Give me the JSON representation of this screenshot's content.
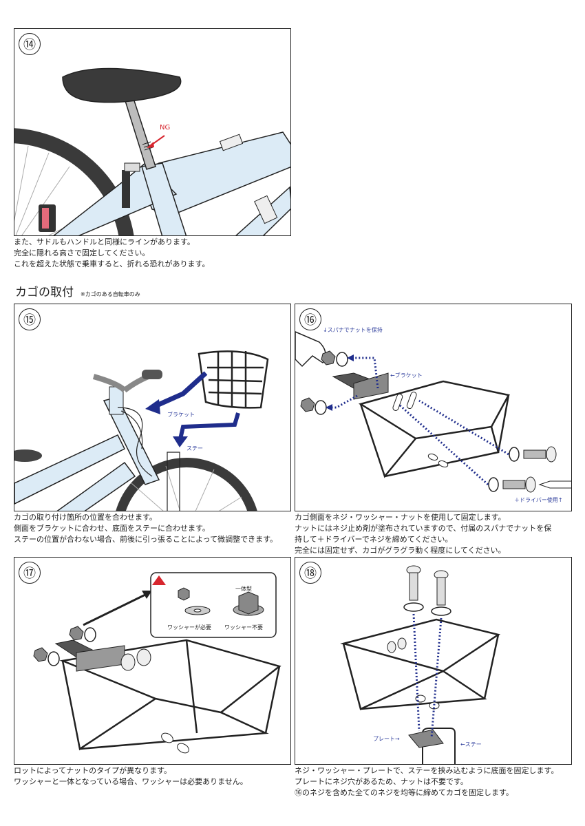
{
  "steps": {
    "s14": {
      "number": "⑭",
      "ng_label": "NG",
      "caption": [
        "また、サドルもハンドルと同様にラインがあります。",
        "完全に隠れる高さで固定してください。",
        "これを超えた状態で乗車すると、折れる恐れがあります。"
      ]
    },
    "s15": {
      "number": "⑮",
      "labels": {
        "bracket": "ブラケット",
        "stay": "ステー"
      },
      "caption": [
        "カゴの取り付け箇所の位置を合わせます。",
        "側面をブラケットに合わせ、底面をステーに合わせます。",
        "ステーの位置が合わない場合、前後に引っ張ることによって微調整できます。"
      ]
    },
    "s16": {
      "number": "⑯",
      "labels": {
        "spanner": "↓スパナでナットを保持",
        "bracket": "←ブラケット",
        "driver": "＋ドライバー使用↑"
      },
      "caption": [
        "カゴ側面をネジ・ワッシャー・ナットを使用して固定します。",
        "ナットにはネジ止め剤が塗布されていますので、付属のスパナでナットを保",
        "持して＋ドライバーでネジを締めてください。",
        "完全には固定せず、カゴがグラグラ動く程度にしてください。"
      ]
    },
    "s17": {
      "number": "⑰",
      "labels": {
        "integrated": "一体型",
        "washer_needed": "ワッシャーが必要",
        "washer_not_needed": "ワッシャー不要"
      },
      "caption": [
        "ロットによってナットのタイプが異なります。",
        "ワッシャーと一体となっている場合、ワッシャーは必要ありません。"
      ]
    },
    "s18": {
      "number": "⑱",
      "labels": {
        "plate": "プレート→",
        "stay": "←ステー"
      },
      "caption": [
        "ネジ・ワッシャー・プレートで、ステーを挟み込むように底面を固定します。",
        "プレートにネジ穴があるため、ナットは不要です。",
        "⑯のネジを含めた全てのネジを均等に締めてカゴを固定します。"
      ]
    }
  },
  "section": {
    "title": "カゴの取付",
    "note": "※カゴのある自転車のみ"
  },
  "colors": {
    "frame": "#dcebf6",
    "arrow": "#1f2d8c",
    "ng": "#d7262e",
    "line": "#222222"
  }
}
